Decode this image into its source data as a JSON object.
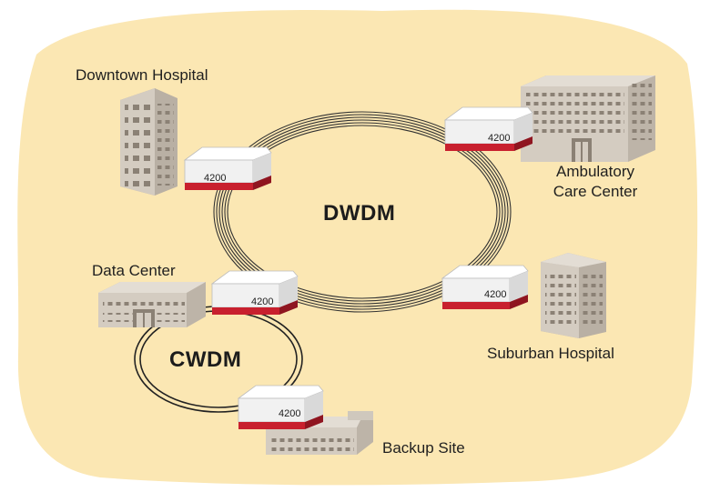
{
  "sites": {
    "downtown_hospital": "Downtown Hospital",
    "ambulatory_line1": "Ambulatory",
    "ambulatory_line2": "Care Center",
    "suburban_hospital": "Suburban Hospital",
    "data_center": "Data Center",
    "backup_site": "Backup Site"
  },
  "rings": {
    "dwdm": "DWDM",
    "cwdm": "CWDM"
  },
  "nodes": {
    "downtown": "4200",
    "ambulatory": "4200",
    "suburban": "4200",
    "datacenter": "4200",
    "backup": "4200"
  },
  "colors": {
    "background_blob": "#fbe7b3",
    "building": "#cfc8bd",
    "window": "#8b8175",
    "node_top": "#f4f4f4",
    "node_band": "#c8202e",
    "ring": "#333333"
  }
}
